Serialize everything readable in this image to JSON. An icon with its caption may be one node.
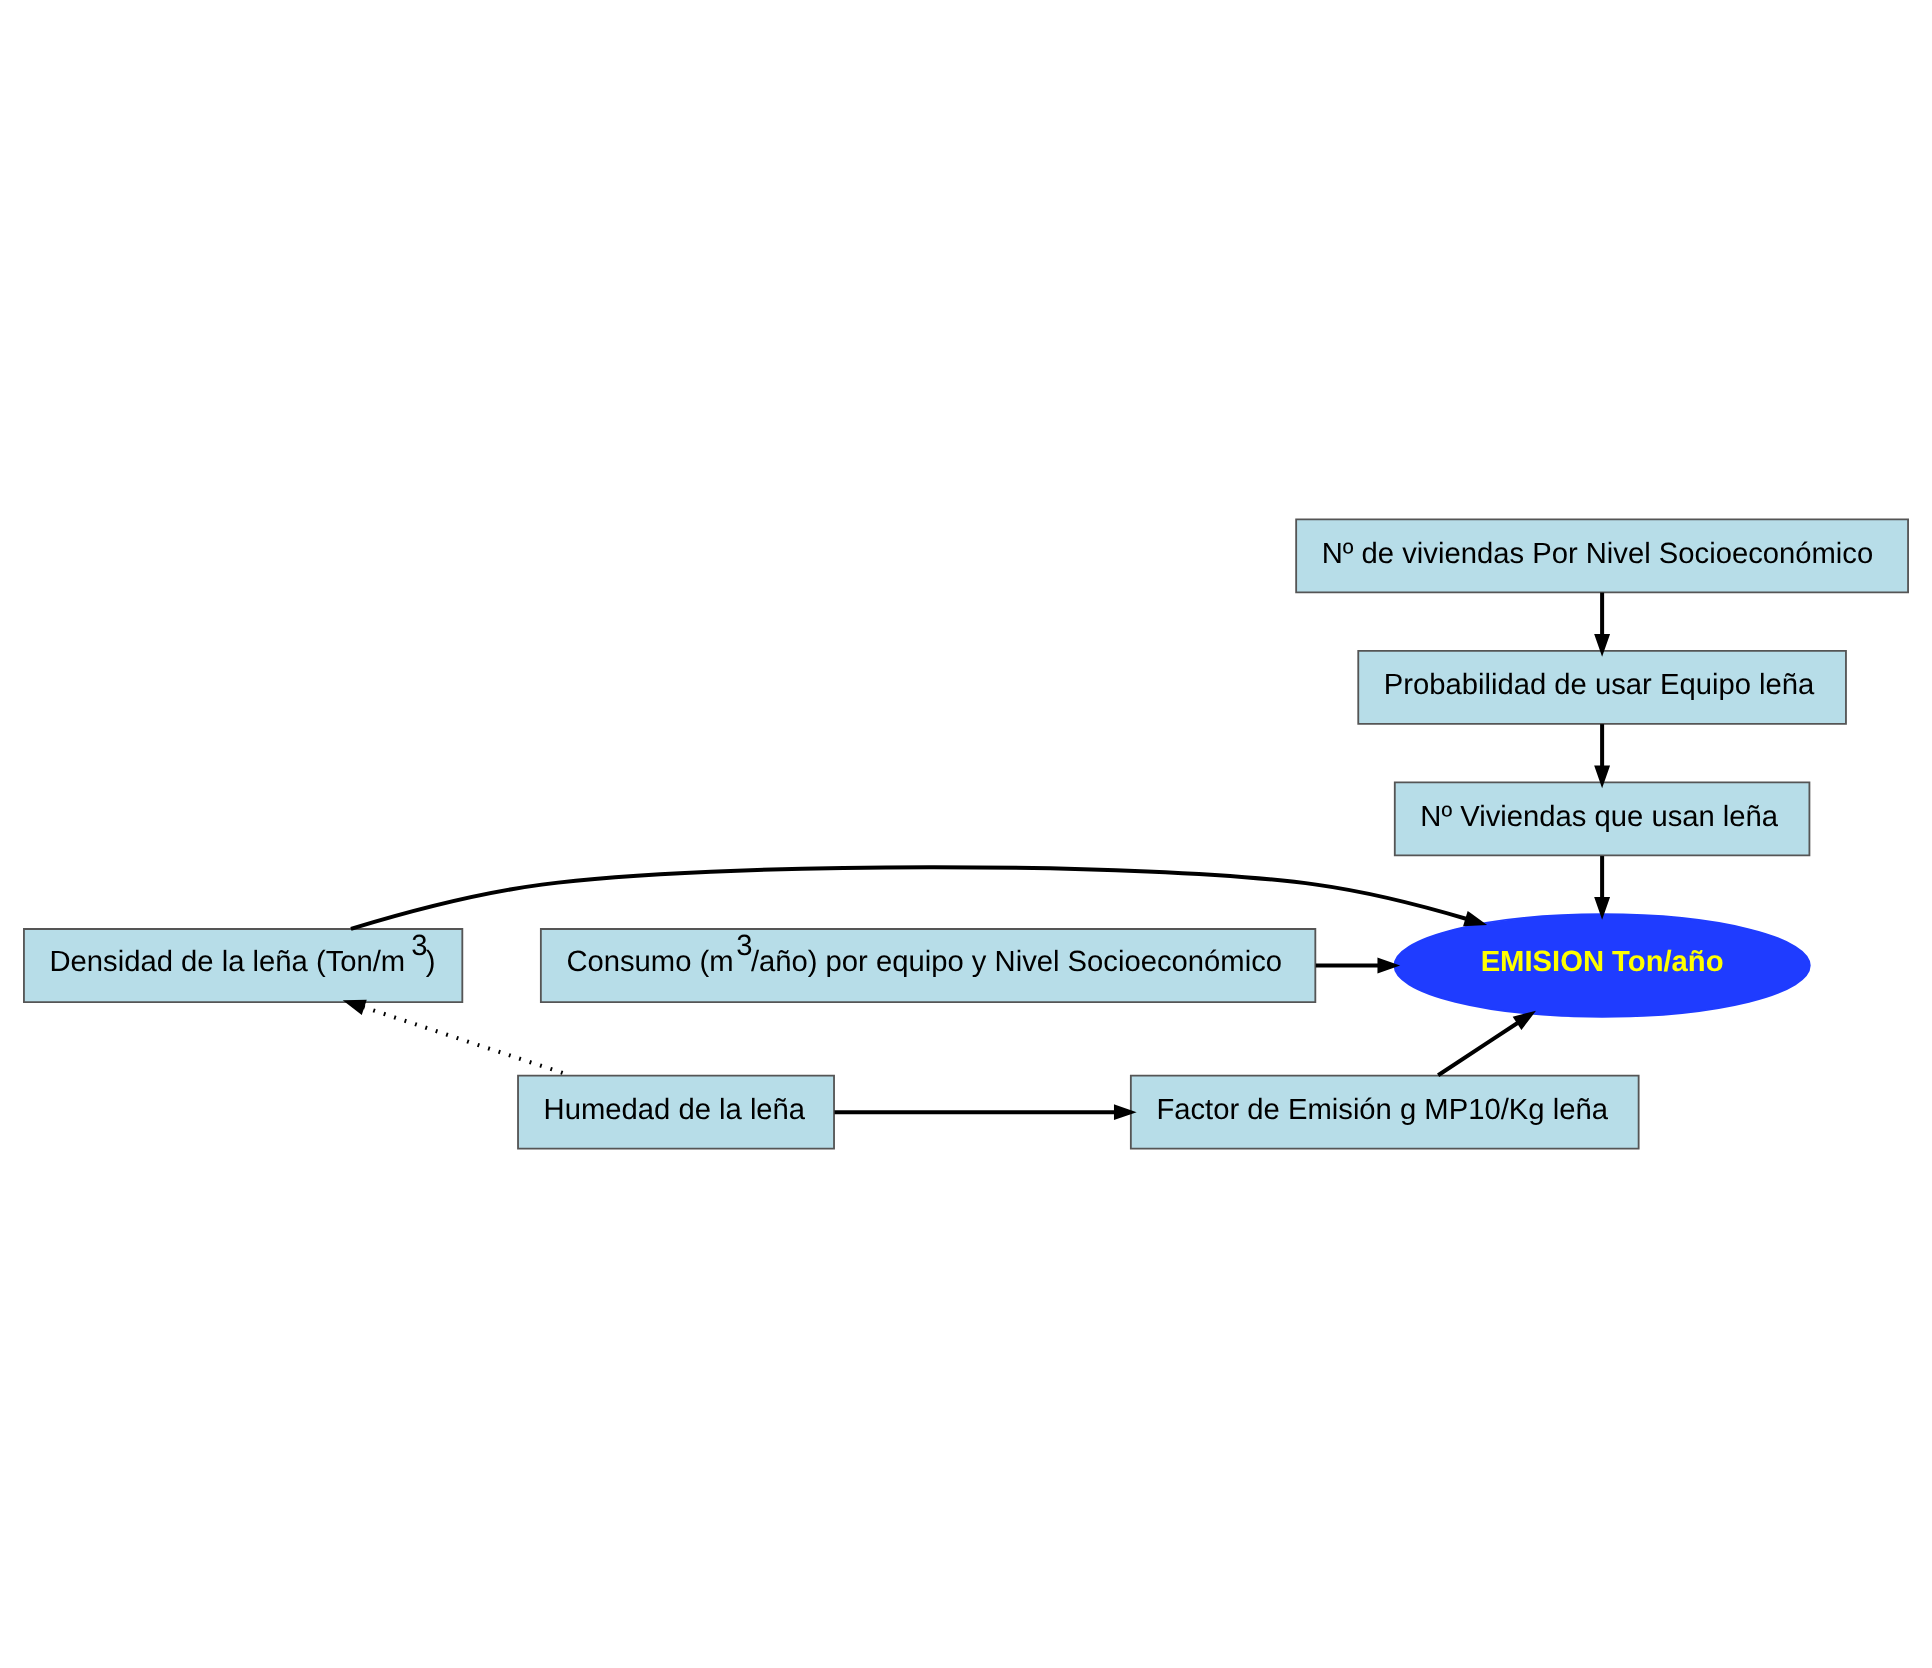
{
  "diagram": {
    "nodes": [
      {
        "text": [
          "Nº de viviendas Por Nivel Socioeconómico"
        ]
      },
      {
        "text": [
          "Probabilidad de usar Equipo leña"
        ]
      },
      {
        "text": [
          "Nº Viviendas que usan leña"
        ]
      },
      {
        "text": [
          "Consumo (m$^{3}$/año) por equipo y Nivel Socioeconómico"
        ]
      },
      {
        "text": [
          "EMISION Ton/año"
        ]
      },
      {
        "text": [
          "Densidad de la leña (Ton/m$^{3}$)"
        ]
      },
      {
        "text": [
          "Factor de Emisión g MP10/Kg leña"
        ]
      },
      {
        "text": [
          "Humedad de la leña"
        ]
      }
    ],
    "edges": [
      {
        "from": 0,
        "to": 1,
        "arrow": "to"
      },
      {
        "from": 1,
        "to": 2,
        "arrow": "to"
      },
      {
        "from": 2,
        "to": 4,
        "arrow": "to"
      },
      {
        "from": 3,
        "to": 4,
        "arrow": "to"
      },
      {
        "from": 5,
        "to": 4,
        "arrow": "to"
      },
      {
        "from": 6,
        "to": 4,
        "arrow": "to"
      },
      {
        "from": 7,
        "to": 6,
        "arrow": "to"
      },
      {
        "from": 7,
        "to": 5,
        "arrow": "to",
        "style": "dashed"
      }
    ]
  }
}
